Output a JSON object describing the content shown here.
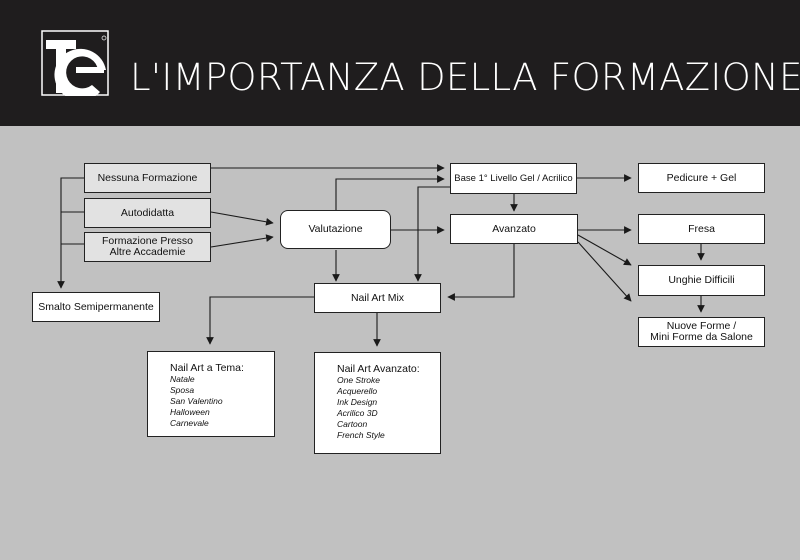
{
  "header": {
    "title": "L'IMPORTANZA DELLA FORMAZIONE",
    "logo_text": "TE",
    "colors": {
      "header_bg": "#1f1d1e",
      "page_bg": "#c1c1c1",
      "box_bg": "#ffffff",
      "shaded_box_bg": "#e2e2e2"
    }
  },
  "nodes": {
    "nessuna_formazione": "Nessuna Formazione",
    "autodidatta": "Autodidatta",
    "formazione_presso": "Formazione Presso",
    "altre_accademie": "Altre Accademie",
    "smalto_semipermanente": "Smalto Semipermanente",
    "valutazione": "Valutazione",
    "base_livello": "Base 1° Livello Gel / Acrilico",
    "avanzato": "Avanzato",
    "pedicure_gel": "Pedicure + Gel",
    "fresa": "Fresa",
    "unghie_difficili": "Unghie Difficili",
    "nuove_forme": "Nuove Forme /",
    "mini_forme": "Mini Forme da Salone",
    "nail_art_mix": "Nail Art Mix"
  },
  "nail_art_tema": {
    "title": "Nail Art a Tema:",
    "items": [
      "Natale",
      "Sposa",
      "San Valentino",
      "Halloween",
      "Carnevale"
    ]
  },
  "nail_art_avanzato": {
    "title": "Nail Art Avanzato:",
    "items": [
      "One Stroke",
      "Acquerello",
      "Ink Design",
      "Acrilico 3D",
      "Cartoon",
      "French Style"
    ]
  }
}
